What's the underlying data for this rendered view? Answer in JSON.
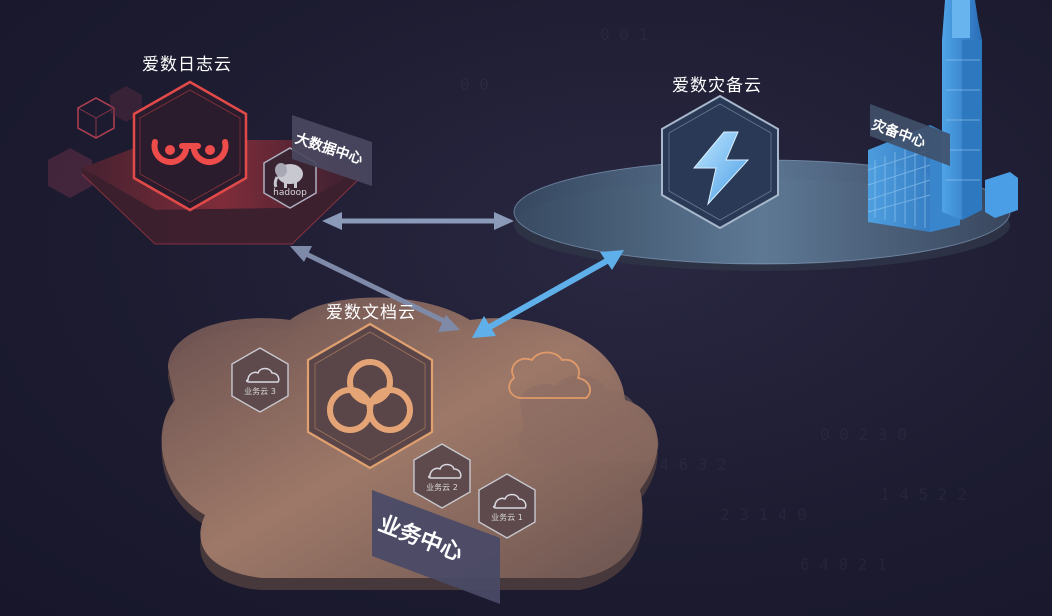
{
  "nodes": {
    "log_cloud": {
      "title": "爱数日志云"
    },
    "big_data": {
      "title": "大数据中心",
      "hadoop_label": "hadoop"
    },
    "dr_cloud": {
      "title": "爱数灾备云"
    },
    "dr_center": {
      "title": "灾备中心"
    },
    "doc_cloud": {
      "title": "爱数文档云"
    },
    "biz_center": {
      "title": "业务中心"
    },
    "biz_clouds": [
      {
        "label": "业务云 3"
      },
      {
        "label": "业务云 2"
      },
      {
        "label": "业务云 1"
      }
    ]
  },
  "colors": {
    "background": "#1d1c31",
    "log_accent": "#e24a4a",
    "dr_accent": "#5aa8e8",
    "doc_accent": "#c98a5e"
  }
}
